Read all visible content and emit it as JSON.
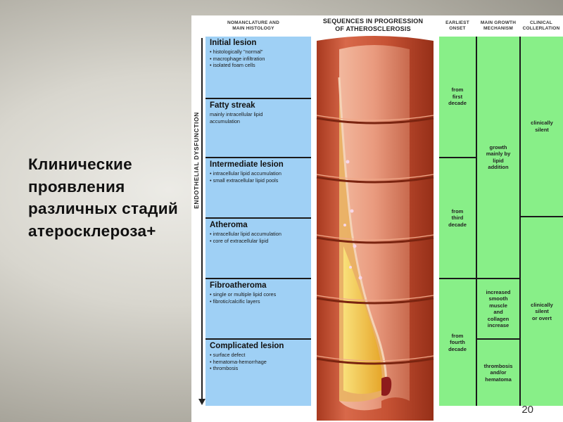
{
  "slide": {
    "title": "Клинические проявления различных стадий атеросклероза+",
    "page_number": "20"
  },
  "figure": {
    "headers": {
      "nomenclature_line1": "NOMANCLATURE AND",
      "nomenclature_line2": "MAIN HISTOLOGY",
      "sequences_line1": "SEQUENCES IN PROGRESSION",
      "sequences_line2": "OF ATHEROSCLEROSIS",
      "onset_line1": "EARLIEST",
      "onset_line2": "ONSET",
      "growth_line1": "MAIN GROWTH",
      "growth_line2": "MECHANISM",
      "clinical_line1": "CLINICAL",
      "clinical_line2": "COLLERLATION"
    },
    "dysfunction_label": "ENDOTHELIAL DYSFUNCTION",
    "stages": [
      {
        "title": "Initial lesion",
        "items": [
          "• histologically \"normal\"",
          "• macrophage infiltration",
          "• isolated foam cells"
        ]
      },
      {
        "title": "Fatty streak",
        "items": [
          "mainly intracellular lipid",
          "accumulation"
        ]
      },
      {
        "title": "Intermediate lesion",
        "items": [
          "• intracellular lipid accumulation",
          "• small extracellular lipid pools"
        ]
      },
      {
        "title": "Atheroma",
        "items": [
          "• intracellular lipid accumulation",
          "• core of extracellular lipid"
        ]
      },
      {
        "title": "Fibroatheroma",
        "items": [
          "• single or multiple lipid cores",
          "• fibrotic/calcific layers"
        ]
      },
      {
        "title": "Complicated lesion",
        "items": [
          "• surface defect",
          "• hematoma-hemorrhage",
          "• thrombosis"
        ]
      }
    ],
    "onset": [
      "from\nfirst\ndecade",
      "from\nthird\ndecade",
      "from\nfourth\ndecade"
    ],
    "growth": [
      "growth\nmainly by\nlipid\naddition",
      "increased\nsmooth\nmuscle\nand\ncollagen\nincrease",
      "thrombosis\nand/or\nhematoma"
    ],
    "clinical": [
      "clinically\nsilent",
      "clinically\nsilent\nor overt"
    ],
    "colors": {
      "nomenclature_bg": "#9fd0f5",
      "green_bg": "#88ef88",
      "artery_wall": "#c9563a",
      "lipid_core": "#f5c53a"
    }
  }
}
